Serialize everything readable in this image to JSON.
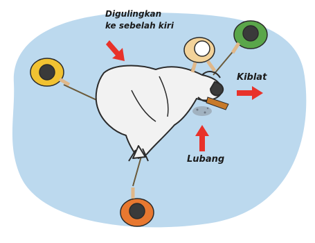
{
  "labels": {
    "rolled_line1": "Digulingkan",
    "rolled_line2": "ke sebelah kiri",
    "qibla": "Kiblat",
    "hole": "Lubang"
  },
  "colors": {
    "background_blob": "#bcd9ee",
    "arrow": "#e8322a",
    "cow_body": "#f2f2f2",
    "cow_outline": "#2a2a2a",
    "rope": "#6b5a3a",
    "shirt_yellow": "#f1c232",
    "shirt_green": "#5aa64a",
    "shirt_orange": "#e87830",
    "shirt_cream": "#f3d39a",
    "cap_white": "#ffffff",
    "hair_dark": "#3a3a3a",
    "hole": "#9aa7b4"
  },
  "icons": [
    "arrow-down-right-icon",
    "arrow-right-icon",
    "arrow-up-icon"
  ]
}
